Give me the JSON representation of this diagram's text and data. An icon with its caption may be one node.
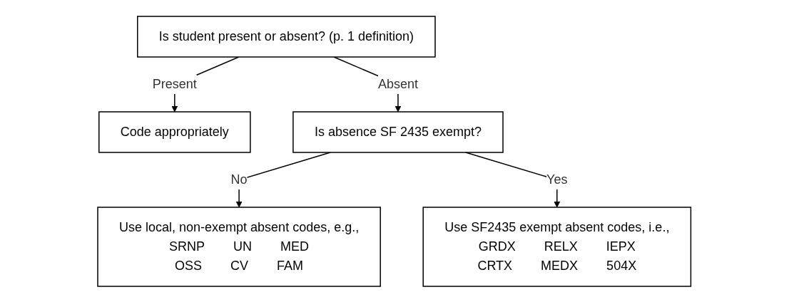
{
  "diagram": {
    "nodes": [
      {
        "text": [
          "Is student present or absent? (p. 1 definition)"
        ]
      },
      {
        "text": [
          "Code appropriately"
        ]
      },
      {
        "text": [
          "Is absence SF 2435 exempt?"
        ]
      },
      {
        "text": [
          "Use local, non-exempt absent codes, e.g.,",
          "SRNP",
          "UN",
          "MED",
          "OSS",
          "CV",
          "FAM"
        ]
      },
      {
        "text": [
          "Use SF2435 exempt absent codes, i.e.,",
          "GRDX",
          "RELX",
          "IEPX",
          "CRTX",
          "MEDX",
          "504X"
        ]
      }
    ],
    "edges": [
      {
        "from": 0,
        "to": 1,
        "arrow": "to",
        "label": "Present"
      },
      {
        "from": 0,
        "to": 2,
        "arrow": "to",
        "label": "Absent"
      },
      {
        "from": 2,
        "to": 3,
        "arrow": "to",
        "label": "No"
      },
      {
        "from": 2,
        "to": 4,
        "arrow": "to",
        "label": "Yes"
      }
    ]
  }
}
